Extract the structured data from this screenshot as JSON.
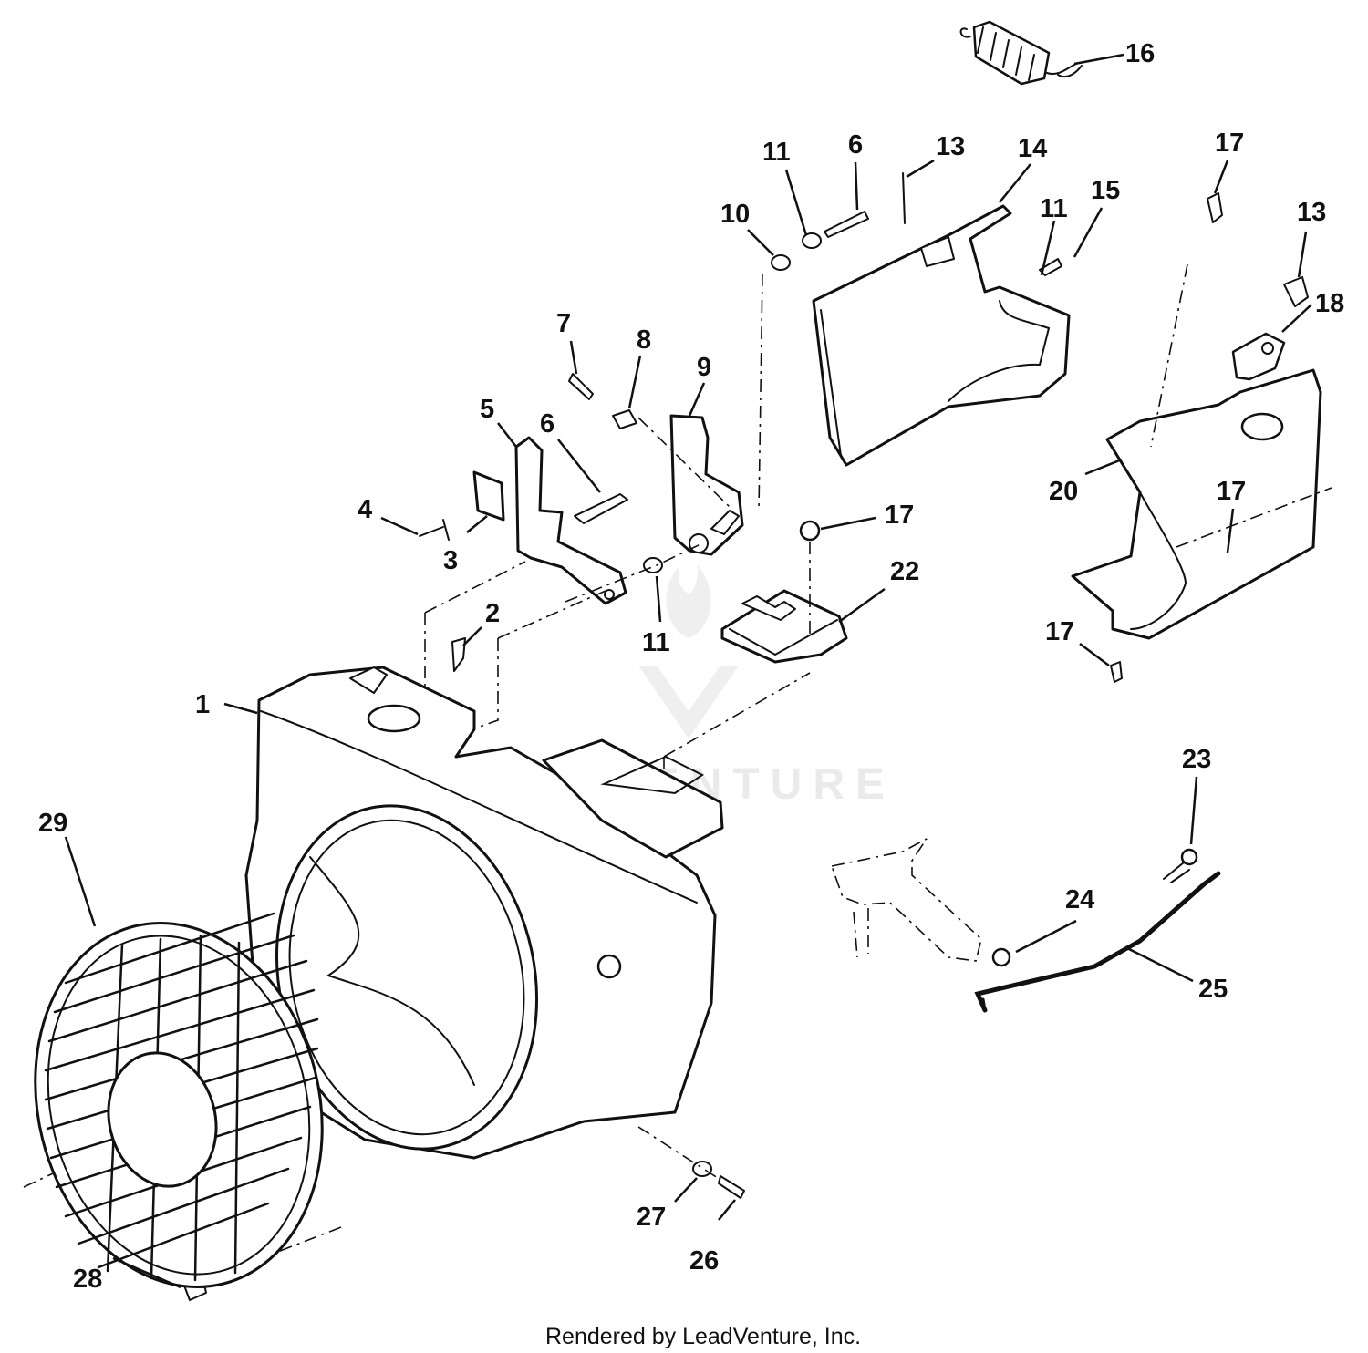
{
  "callouts": [
    {
      "id": "1",
      "label": "1"
    },
    {
      "id": "2",
      "label": "2"
    },
    {
      "id": "3",
      "label": "3"
    },
    {
      "id": "4",
      "label": "4"
    },
    {
      "id": "5",
      "label": "5"
    },
    {
      "id": "6a",
      "label": "6"
    },
    {
      "id": "6b",
      "label": "6"
    },
    {
      "id": "7",
      "label": "7"
    },
    {
      "id": "8",
      "label": "8"
    },
    {
      "id": "9",
      "label": "9"
    },
    {
      "id": "10",
      "label": "10"
    },
    {
      "id": "11a",
      "label": "11"
    },
    {
      "id": "11b",
      "label": "11"
    },
    {
      "id": "11c",
      "label": "11"
    },
    {
      "id": "13a",
      "label": "13"
    },
    {
      "id": "13b",
      "label": "13"
    },
    {
      "id": "14",
      "label": "14"
    },
    {
      "id": "15",
      "label": "15"
    },
    {
      "id": "16",
      "label": "16"
    },
    {
      "id": "17a",
      "label": "17"
    },
    {
      "id": "17b",
      "label": "17"
    },
    {
      "id": "17c",
      "label": "17"
    },
    {
      "id": "17d",
      "label": "17"
    },
    {
      "id": "18",
      "label": "18"
    },
    {
      "id": "20",
      "label": "20"
    },
    {
      "id": "22",
      "label": "22"
    },
    {
      "id": "23",
      "label": "23"
    },
    {
      "id": "24",
      "label": "24"
    },
    {
      "id": "25",
      "label": "25"
    },
    {
      "id": "26",
      "label": "26"
    },
    {
      "id": "27",
      "label": "27"
    },
    {
      "id": "28",
      "label": "28"
    },
    {
      "id": "29",
      "label": "29"
    }
  ],
  "watermark": "LEADVENTURE",
  "footer": "Rendered by LeadVenture, Inc.",
  "colors": {
    "ink": "#111111",
    "paper": "#ffffff",
    "watermark": "#d9d9d9"
  }
}
